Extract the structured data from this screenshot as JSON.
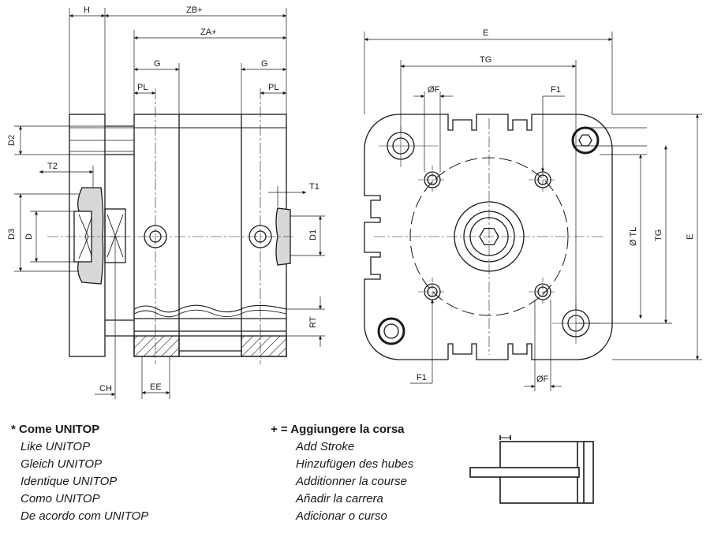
{
  "dimensions": {
    "H": "H",
    "ZB": "ZB+",
    "ZA": "ZA+",
    "G_left": "G",
    "G_right": "G",
    "PL_left": "PL",
    "PL_right": "PL",
    "D2": "D2",
    "T2": "T2",
    "D3": "D3",
    "D": "D",
    "T1": "T1",
    "D1": "D1",
    "RT": "RT",
    "CH": "CH",
    "EE": "EE",
    "E_top": "E",
    "TG_top": "TG",
    "OF_top": "ØF",
    "F1_top": "F1",
    "OTL": "Ø TL",
    "TG_side": "TG",
    "E_side": "E",
    "F1_bottom": "F1",
    "OF_bottom": "ØF"
  },
  "legend_left": {
    "heading": "* Come UNITOP",
    "items": [
      "Like UNITOP",
      "Gleich UNITOP",
      "Identique UNITOP",
      "Como UNITOP",
      "De acordo com UNITOP"
    ]
  },
  "legend_right": {
    "heading": "+ = Aggiungere la corsa",
    "items": [
      "Add Stroke",
      "Hinzufügen des hubes",
      "Additionner la course",
      "Añadir la carrera",
      "Adicionar o curso"
    ]
  }
}
